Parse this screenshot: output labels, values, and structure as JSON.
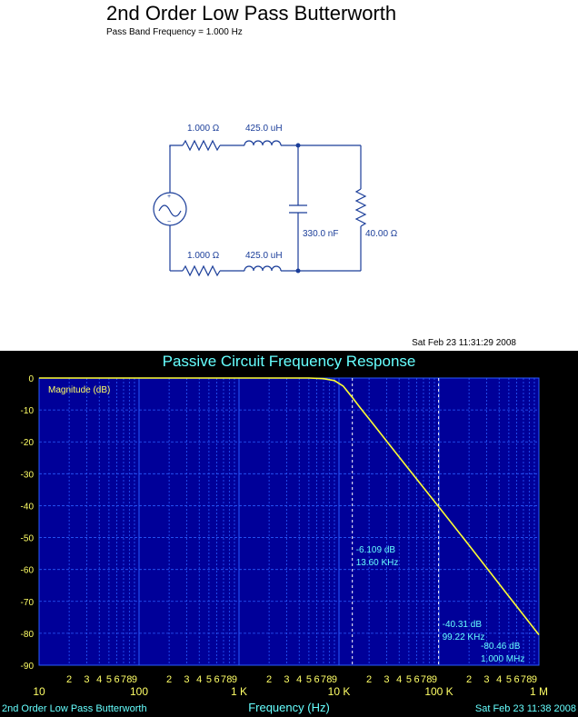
{
  "header": {
    "title": "2nd Order Low Pass Butterworth",
    "subtitle": "Pass Band Frequency = 1.000 Hz",
    "timestamp": "Sat Feb 23 11:31:29 2008"
  },
  "schematic": {
    "r_top": "1.000 Ω",
    "l_top": "425.0 uH",
    "r_bottom": "1.000 Ω",
    "l_bottom": "425.0 uH",
    "capacitor": "330.0 nF",
    "r_load": "40.00 Ω"
  },
  "footer": {
    "left": "2nd Order Low Pass Butterworth",
    "right": "Sat Feb 23 11:38 2008"
  },
  "colors": {
    "plot_bg": "#000000",
    "plot_area": "#000099",
    "grid": "#2a5cff",
    "trace": "#ffff33",
    "text_cyan": "#66ffff",
    "text_yellow": "#ffff66",
    "schematic": "#1a3d99"
  },
  "chart_data": {
    "type": "line",
    "title": "Passive Circuit Frequency Response",
    "xlabel": "Frequency (Hz)",
    "ylabel": "",
    "xscale": "log",
    "xlim": [
      10,
      1000000
    ],
    "ylim": [
      -90,
      0
    ],
    "grid": true,
    "legend": "Magnitude (dB)",
    "legend_position": "top-left",
    "y_ticks": [
      "0",
      "-10",
      "-20",
      "-30",
      "-40",
      "-50",
      "-60",
      "-70",
      "-80",
      "-90"
    ],
    "x_major_ticks": [
      "10",
      "100",
      "1 K",
      "10 K",
      "100 K",
      "1 M"
    ],
    "x_minor_tick_labels": [
      "2",
      "3",
      "4",
      "5",
      "6",
      "7",
      "8",
      "9"
    ],
    "series": [
      {
        "x": [
          10,
          100,
          1000,
          3000,
          5000,
          7000,
          9000,
          11000,
          13600,
          16000,
          20000,
          30000,
          50000,
          99220,
          200000,
          500000,
          1000000
        ],
        "y": [
          0,
          0,
          0,
          0,
          0,
          -0.2,
          -0.8,
          -2.5,
          -6.109,
          -9,
          -12.8,
          -19.8,
          -28.6,
          -40.31,
          -52.4,
          -68.4,
          -80.46
        ]
      }
    ],
    "annotations": [
      {
        "x": 13600,
        "line1": "-6.109 dB",
        "line2": "13.60 KHz"
      },
      {
        "x": 99220,
        "line1": "-40.31 dB",
        "line2": "99.22 KHz"
      },
      {
        "x": 1000000,
        "line1": "-80.46 dB",
        "line2": "1.000 MHz"
      }
    ]
  }
}
